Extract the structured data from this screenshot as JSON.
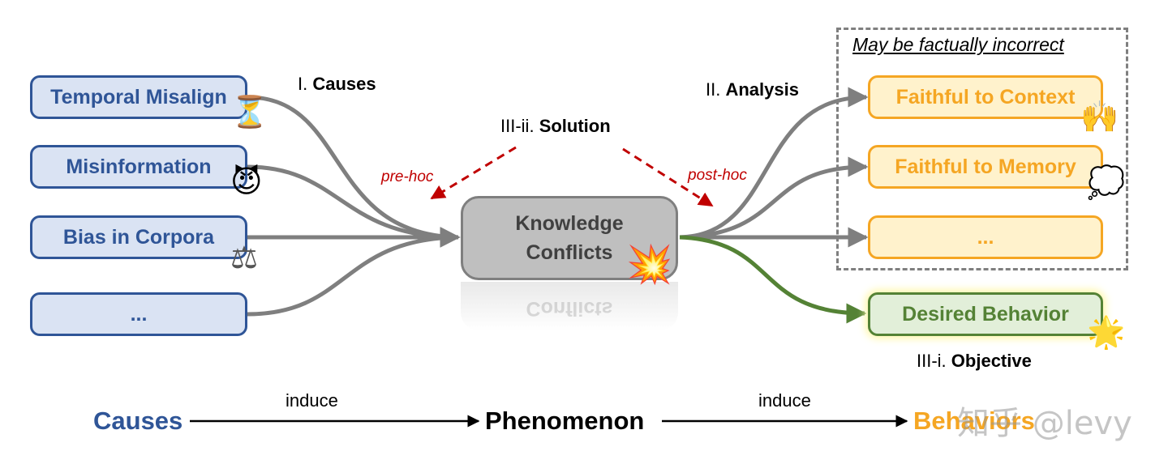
{
  "causes": {
    "header_prefix": "I.",
    "header_bold": "Causes",
    "items": [
      {
        "label": "Temporal Misalign",
        "icon": "hourglass-icon",
        "glyph": "⏳"
      },
      {
        "label": "Misinformation",
        "icon": "devil-face-icon",
        "glyph": "😈"
      },
      {
        "label": "Bias in Corpora",
        "icon": "scales-icon",
        "glyph": "⚖"
      },
      {
        "label": "...",
        "icon": "",
        "glyph": ""
      }
    ]
  },
  "center": {
    "line1": "Knowledge",
    "line2": "Conflicts",
    "reflection": "Conflicts",
    "icon": "explosion-icon",
    "glyph": "💥"
  },
  "solution": {
    "prefix": "III-ii.",
    "bold": "Solution",
    "pre_label": "pre-hoc",
    "post_label": "post-hoc"
  },
  "analysis": {
    "prefix": "II.",
    "bold": "Analysis"
  },
  "behaviors": {
    "warning": "May be factually incorrect",
    "items": [
      {
        "label": "Faithful to Context",
        "icon": "raised-hands-icon",
        "glyph": "🙌"
      },
      {
        "label": "Faithful to Memory",
        "icon": "thought-cloud-icon",
        "glyph": "💭"
      },
      {
        "label": "...",
        "icon": "",
        "glyph": ""
      }
    ]
  },
  "desired": {
    "label": "Desired Behavior",
    "icon": "star-icon",
    "glyph": "🌟",
    "objective_prefix": "III-i.",
    "objective_bold": "Objective"
  },
  "bottom": {
    "causes": "Causes",
    "induce1": "induce",
    "phenomenon": "Phenomenon",
    "induce2": "induce",
    "behaviors": "Behaviors",
    "watermark": "知乎 @levy"
  },
  "colors": {
    "cause_blue": "#2f5597",
    "behavior_orange": "#f5a623",
    "desired_green": "#548235",
    "arrow_gray": "#7f7f7f",
    "dash_red": "#c00000"
  }
}
